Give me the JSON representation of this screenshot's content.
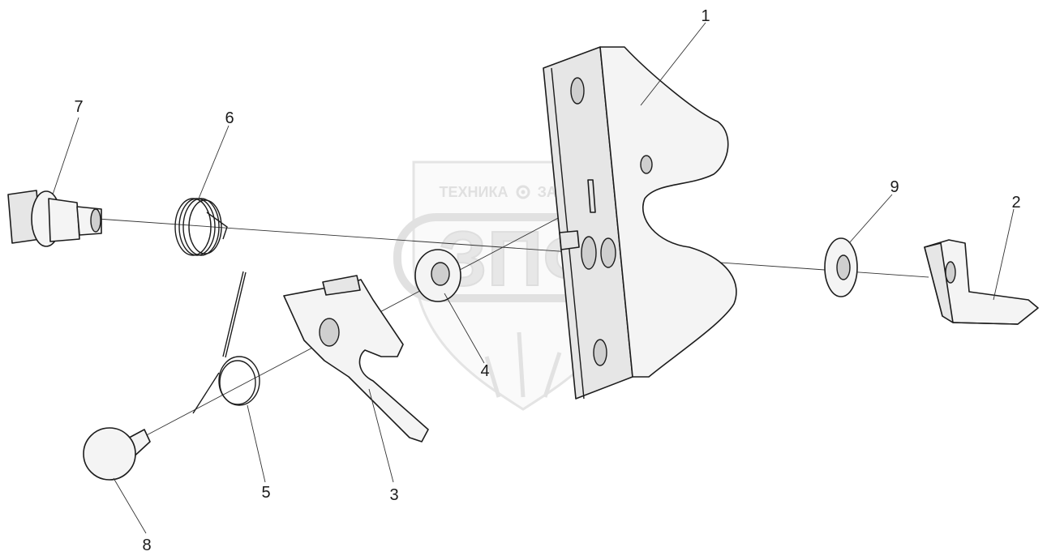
{
  "watermark": {
    "top_text_left": "ТЕХНИКА",
    "top_text_right": "ЗАПЧАСТИ",
    "logo": "ЗПФ",
    "icon": "gear-icon"
  },
  "callouts": [
    {
      "id": "1",
      "label": "1"
    },
    {
      "id": "2",
      "label": "2"
    },
    {
      "id": "3",
      "label": "3"
    },
    {
      "id": "4",
      "label": "4"
    },
    {
      "id": "5",
      "label": "5"
    },
    {
      "id": "6",
      "label": "6"
    },
    {
      "id": "7",
      "label": "7"
    },
    {
      "id": "8",
      "label": "8"
    },
    {
      "id": "9",
      "label": "9"
    }
  ],
  "colors": {
    "stroke": "#1c1c1c",
    "watermark": "#d9d9d9"
  }
}
